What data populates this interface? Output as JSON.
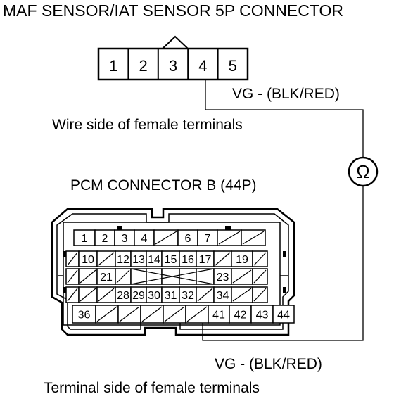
{
  "title": "MAF SENSOR/IAT SENSOR 5P CONNECTOR",
  "maf_connector": {
    "pins": [
      "1",
      "2",
      "3",
      "4",
      "5"
    ],
    "caption": "Wire side of female terminals"
  },
  "vg_label_top": "VG -  (BLK/RED)",
  "meter_symbol": "Ω",
  "meter_icon": "ohmmeter-icon",
  "pcm_connector": {
    "title": "PCM CONNECTOR B (44P)",
    "rows": [
      [
        "1",
        "2",
        "3",
        "4",
        "",
        "6",
        "7",
        "",
        ""
      ],
      [
        "",
        "10",
        "",
        "12",
        "13",
        "14",
        "15",
        "16",
        "17",
        "",
        "19",
        ""
      ],
      [
        "",
        "",
        "21",
        "",
        "",
        "",
        "",
        "",
        "",
        "23",
        "",
        ""
      ],
      [
        "",
        "",
        "",
        "28",
        "29",
        "30",
        "31",
        "32",
        "",
        "34",
        "",
        ""
      ],
      [
        "36",
        "",
        "",
        "",
        "",
        "",
        "41",
        "42",
        "43",
        "44"
      ]
    ],
    "caption": "Terminal side of female terminals"
  },
  "vg_label_bottom": "VG -  (BLK/RED)"
}
